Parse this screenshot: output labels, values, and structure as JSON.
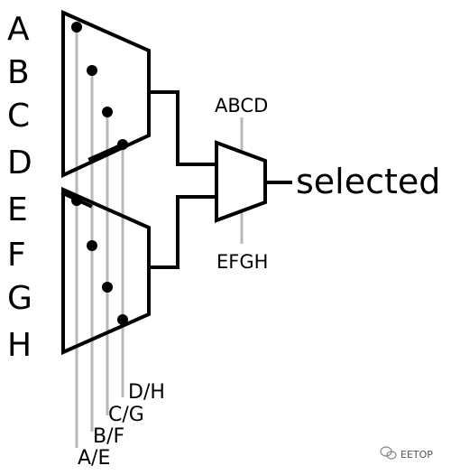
{
  "inputs": [
    "A",
    "B",
    "C",
    "D",
    "E",
    "F",
    "G",
    "H"
  ],
  "select_labels": {
    "first_stage": [
      "D/H",
      "C/G",
      "B/F",
      "A/E"
    ],
    "second_stage_top": "ABCD",
    "second_stage_bottom": "EFGH"
  },
  "output_label": "selected",
  "watermark": "EETOP",
  "colors": {
    "stroke": "#000000",
    "select_line": "#b8b8b8",
    "background": "#ffffff"
  }
}
